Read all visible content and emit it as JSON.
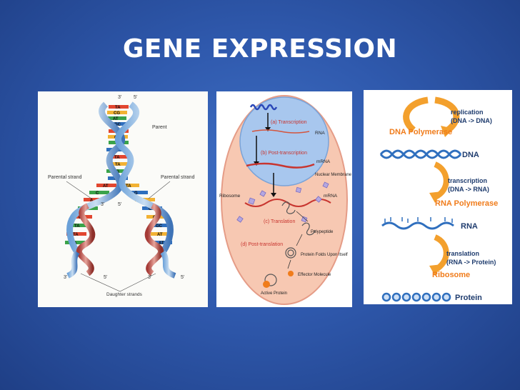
{
  "slide": {
    "title": "GENE EXPRESSION"
  },
  "dna_replication": {
    "labels": {
      "parent": "Parent",
      "parental_left": "Parental strand",
      "parental_right": "Parental strand",
      "daughter": "Daughter strands",
      "prime3_top": "3'",
      "prime5_top": "5'",
      "prime3_left": "3'",
      "prime5_left": "5'",
      "prime5_right": "5'",
      "prime3_right": "3'",
      "prime5_mid": "5'",
      "prime3_mid": "3'"
    },
    "base_pairs": [
      "TA",
      "CG",
      "AT",
      "GC",
      "CG",
      "GC",
      "TA",
      "CG",
      "TA",
      "TA",
      "CG",
      "GC",
      "AT",
      "TA",
      "C",
      "G",
      "A",
      "T",
      "G",
      "CG",
      "C",
      "CG",
      "TA",
      "GC",
      "TA",
      "AT",
      "TA",
      "AT"
    ]
  },
  "gene_expression_cell": {
    "transcription": "(a) Transcription",
    "rna": "RNA",
    "post_transcription": "(b) Post-transcription",
    "mrna_top": "mRNA",
    "nuclear_membrane": "Nuclear Membrane",
    "ribosome": "Ribosome",
    "mrna_mid": "mRNA",
    "translation": "(c) Translation",
    "polypeptide": "Polypeptide",
    "post_translation": "(d) Post-translation",
    "protein_folds": "Protein Folds Upon Itself",
    "effector": "Effector Molecule",
    "active_protein": "Active Protein"
  },
  "central_dogma": {
    "replication": "replication",
    "replication_sub": "(DNA -> DNA)",
    "dna_polymerase": "DNA Polymerase",
    "dna": "DNA",
    "transcription": "transcription",
    "transcription_sub": "(DNA -> RNA)",
    "rna_polymerase": "RNA Polymerase",
    "rna": "RNA",
    "translation": "translation",
    "translation_sub": "(RNA -> Protein)",
    "ribosome": "Ribosome",
    "protein": "Protein"
  },
  "colors": {
    "enzyme_orange": "#f07c1b",
    "strand_blue": "#2f6fbe",
    "label_navy": "#1f3c6e",
    "cell_pink": "#f7c8b2",
    "nucleus_blue": "#a8c7ee",
    "step_red": "#c8352f"
  }
}
